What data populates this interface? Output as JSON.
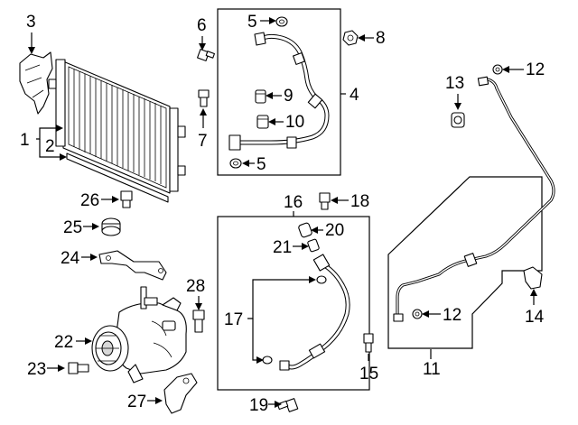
{
  "callouts": [
    {
      "id": "1",
      "text": "1"
    },
    {
      "id": "2",
      "text": "2"
    },
    {
      "id": "3",
      "text": "3"
    },
    {
      "id": "4",
      "text": "4"
    },
    {
      "id": "5a",
      "text": "5"
    },
    {
      "id": "5b",
      "text": "5"
    },
    {
      "id": "6",
      "text": "6"
    },
    {
      "id": "7",
      "text": "7"
    },
    {
      "id": "8",
      "text": "8"
    },
    {
      "id": "9",
      "text": "9"
    },
    {
      "id": "10",
      "text": "10"
    },
    {
      "id": "11",
      "text": "11"
    },
    {
      "id": "12a",
      "text": "12"
    },
    {
      "id": "12b",
      "text": "12"
    },
    {
      "id": "13",
      "text": "13"
    },
    {
      "id": "14",
      "text": "14"
    },
    {
      "id": "15",
      "text": "15"
    },
    {
      "id": "16",
      "text": "16"
    },
    {
      "id": "17",
      "text": "17"
    },
    {
      "id": "18",
      "text": "18"
    },
    {
      "id": "19",
      "text": "19"
    },
    {
      "id": "20",
      "text": "20"
    },
    {
      "id": "21",
      "text": "21"
    },
    {
      "id": "22",
      "text": "22"
    },
    {
      "id": "23",
      "text": "23"
    },
    {
      "id": "24",
      "text": "24"
    },
    {
      "id": "25",
      "text": "25"
    },
    {
      "id": "26",
      "text": "26"
    },
    {
      "id": "27",
      "text": "27"
    },
    {
      "id": "28",
      "text": "28"
    }
  ]
}
